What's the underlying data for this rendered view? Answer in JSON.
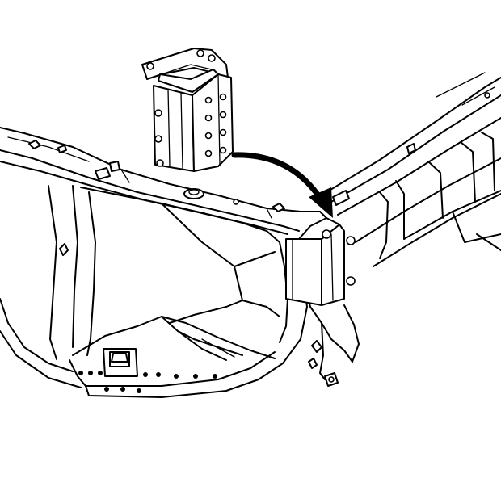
{
  "figure": {
    "description_hidden": "",
    "colors": {
      "line": "#000000",
      "background": "#ffffff"
    },
    "parts": [
      "radiator-support-panel",
      "support-bracket-new",
      "support-bracket-installed",
      "inner-fender-panel",
      "install-direction-arrow",
      "mounting-bolt"
    ]
  }
}
